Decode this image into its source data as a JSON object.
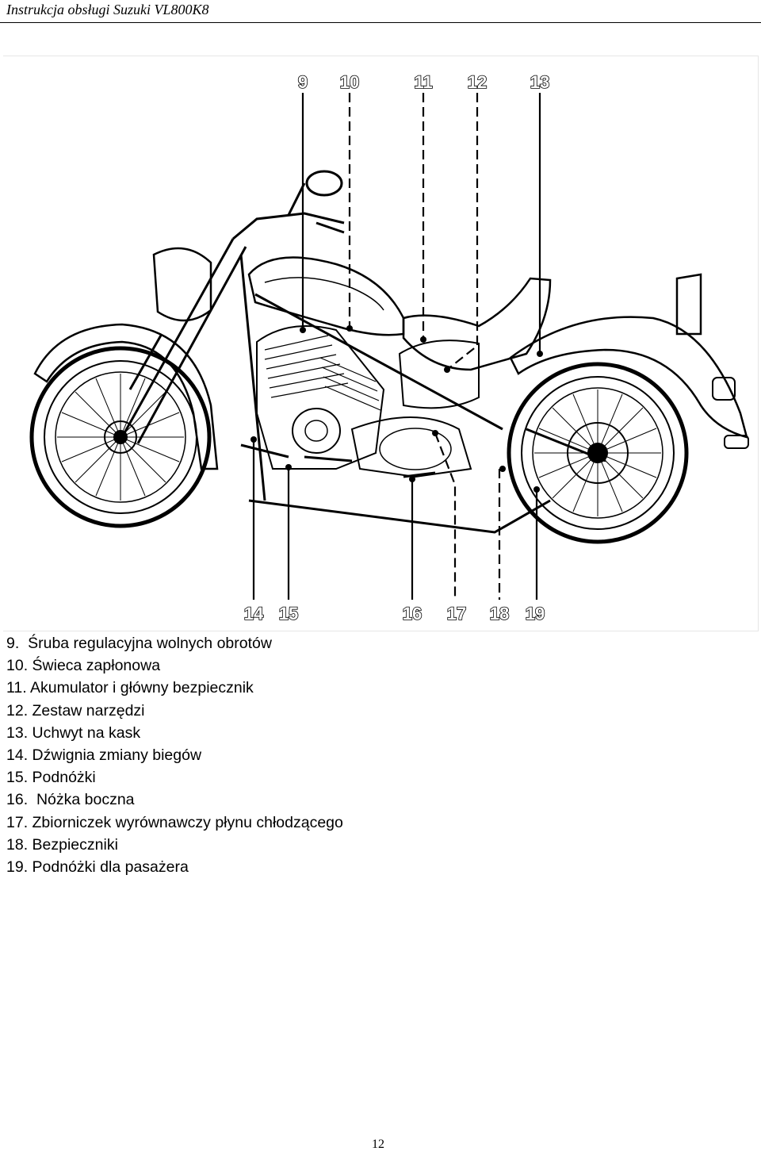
{
  "header": {
    "title": "Instrukcja obsługi Suzuki VL800K8"
  },
  "figure": {
    "callouts_top": [
      "9",
      "10",
      "11",
      "12",
      "13"
    ],
    "callouts_bottom": [
      "14",
      "15",
      "16",
      "17",
      "18",
      "19"
    ]
  },
  "legend": {
    "items": [
      "9.  Śruba regulacyjna wolnych obrotów",
      "10. Świeca zapłonowa",
      "11. Akumulator i główny bezpiecznik",
      "12. Zestaw narzędzi",
      "13. Uchwyt na kask",
      "14. Dźwignia zmiany biegów",
      "15. Podnóżki",
      "16.  Nóżka boczna",
      "17. Zbiorniczek wyrównawczy płynu chłodzącego",
      "18. Bezpieczniki",
      "19. Podnóżki dla pasażera"
    ]
  },
  "footer": {
    "page_number": "12"
  }
}
